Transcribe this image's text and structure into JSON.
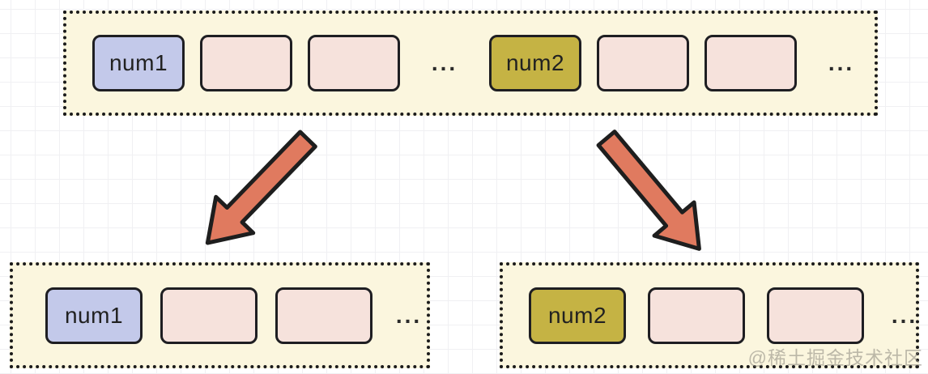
{
  "diagram": {
    "top_array": {
      "description": "original combined array",
      "cells": [
        {
          "kind": "num1",
          "label": "num1"
        },
        {
          "kind": "empty",
          "label": ""
        },
        {
          "kind": "empty",
          "label": ""
        },
        {
          "kind": "ellipsis",
          "label": "..."
        },
        {
          "kind": "num2",
          "label": "num2"
        },
        {
          "kind": "empty",
          "label": ""
        },
        {
          "kind": "empty",
          "label": ""
        },
        {
          "kind": "ellipsis",
          "label": "..."
        }
      ]
    },
    "bottom_left_array": {
      "description": "split array starting with num1",
      "cells": [
        {
          "kind": "num1",
          "label": "num1"
        },
        {
          "kind": "empty",
          "label": ""
        },
        {
          "kind": "empty",
          "label": ""
        },
        {
          "kind": "ellipsis",
          "label": "..."
        }
      ]
    },
    "bottom_right_array": {
      "description": "split array starting with num2",
      "cells": [
        {
          "kind": "num2",
          "label": "num2"
        },
        {
          "kind": "empty",
          "label": ""
        },
        {
          "kind": "empty",
          "label": ""
        },
        {
          "kind": "ellipsis",
          "label": "..."
        }
      ]
    },
    "arrows": [
      {
        "name": "arrow-down-left",
        "direction": "down-left"
      },
      {
        "name": "arrow-down-right",
        "direction": "down-right"
      }
    ]
  },
  "watermark": {
    "text": "@稀土掘金技术社区"
  },
  "colors": {
    "container_bg": "#FBF6DE",
    "container_border": "#1b1b1b",
    "num1_fill": "#C3C9EA",
    "num2_fill": "#C5B344",
    "empty_fill": "#F6E2DC",
    "cell_border": "#1E1E22",
    "arrow_fill": "#E07A5F",
    "arrow_outline": "#1e1e1e",
    "grid_line": "#f0f0f3"
  }
}
